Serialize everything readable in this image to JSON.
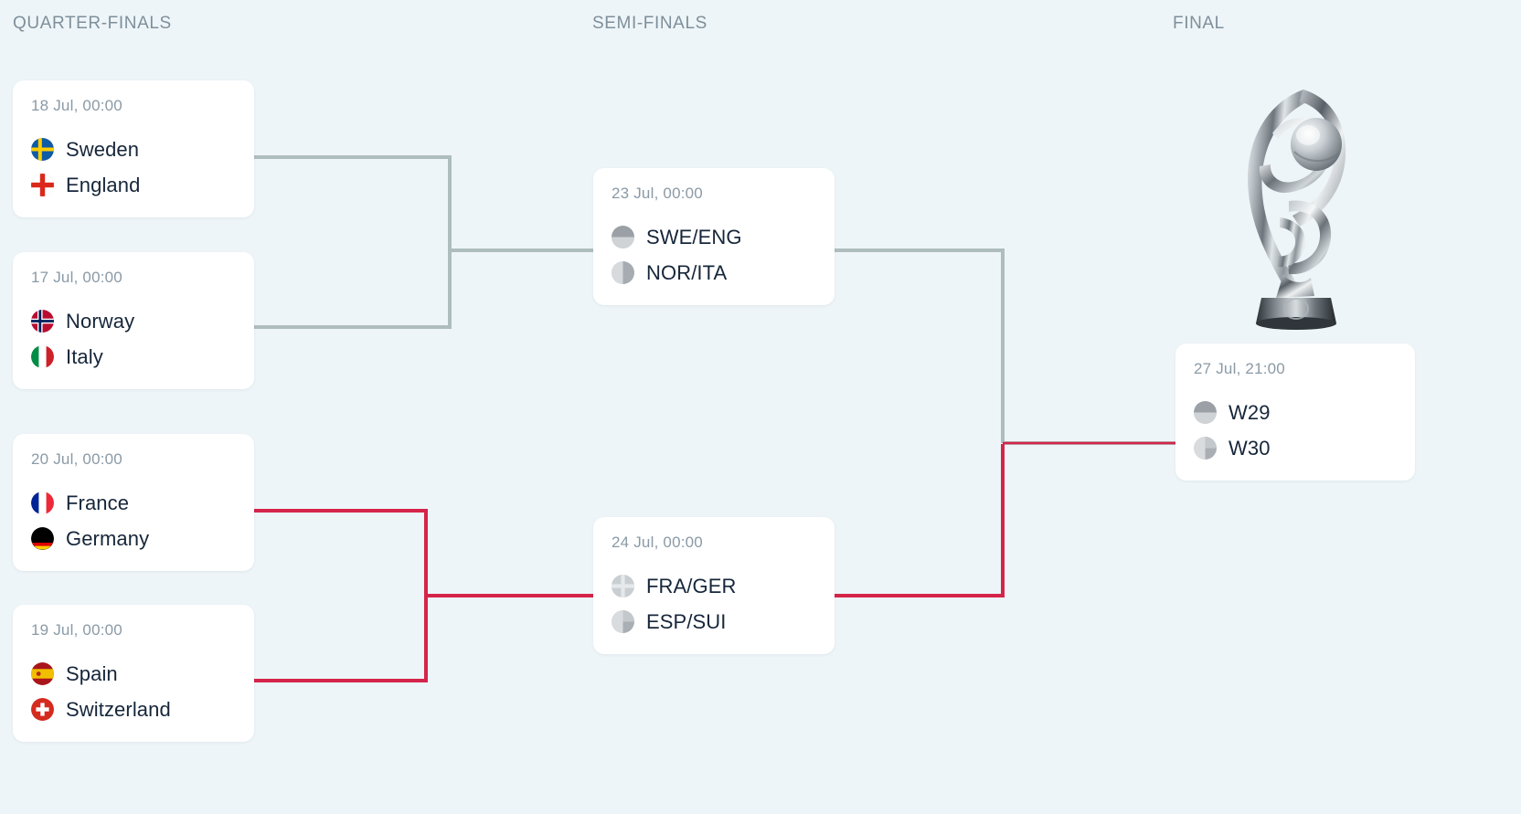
{
  "theme": {
    "background": "#eef5f8",
    "card_background": "#ffffff",
    "line_grey": "#aebdbd",
    "line_red": "#d5244a",
    "text_dark": "#16263a",
    "text_muted": "#8a9aa6",
    "header_text": "#7e8f9b"
  },
  "rounds": [
    {
      "key": "qf",
      "label": "QUARTER-FINALS"
    },
    {
      "key": "sf",
      "label": "SEMI-FINALS"
    },
    {
      "key": "fin",
      "label": "FINAL"
    }
  ],
  "quarter_finals": [
    {
      "date": "18 Jul, 00:00",
      "teams": [
        {
          "name": "Sweden",
          "flag": "flag-sweden"
        },
        {
          "name": "England",
          "flag": "flag-england"
        }
      ]
    },
    {
      "date": "17 Jul, 00:00",
      "teams": [
        {
          "name": "Norway",
          "flag": "flag-norway"
        },
        {
          "name": "Italy",
          "flag": "flag-italy"
        }
      ]
    },
    {
      "date": "20 Jul, 00:00",
      "teams": [
        {
          "name": "France",
          "flag": "flag-france"
        },
        {
          "name": "Germany",
          "flag": "flag-germany"
        }
      ]
    },
    {
      "date": "19 Jul, 00:00",
      "teams": [
        {
          "name": "Spain",
          "flag": "flag-spain"
        },
        {
          "name": "Switzerland",
          "flag": "flag-switzerland"
        }
      ]
    }
  ],
  "semi_finals": [
    {
      "date": "23 Jul, 00:00",
      "teams": [
        {
          "name": "SWE/ENG",
          "flag": "placeholder-horizontal"
        },
        {
          "name": "NOR/ITA",
          "flag": "placeholder-vertical"
        }
      ]
    },
    {
      "date": "24 Jul, 00:00",
      "teams": [
        {
          "name": "FRA/GER",
          "flag": "placeholder-cross"
        },
        {
          "name": "ESP/SUI",
          "flag": "placeholder-quarter"
        }
      ]
    }
  ],
  "final": {
    "date": "27 Jul, 21:00",
    "teams": [
      {
        "name": "W29",
        "flag": "placeholder-horizontal"
      },
      {
        "name": "W30",
        "flag": "placeholder-quarter"
      }
    ]
  },
  "trophy": {
    "name": "uefa-womens-euro-trophy"
  }
}
